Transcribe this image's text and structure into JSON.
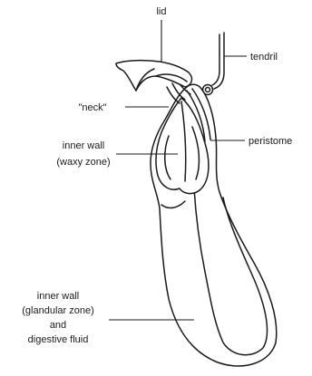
{
  "labels": {
    "lid": "lid",
    "tendril": "tendril",
    "neck": "\"neck\"",
    "peristome": "peristome",
    "inner_wall_waxy_1": "inner wall",
    "inner_wall_waxy_2": "(waxy zone)",
    "inner_wall_glandular_1": "inner wall",
    "inner_wall_glandular_2": "(glandular zone)",
    "inner_wall_glandular_3": "and",
    "inner_wall_glandular_4": "digestive fluid"
  }
}
